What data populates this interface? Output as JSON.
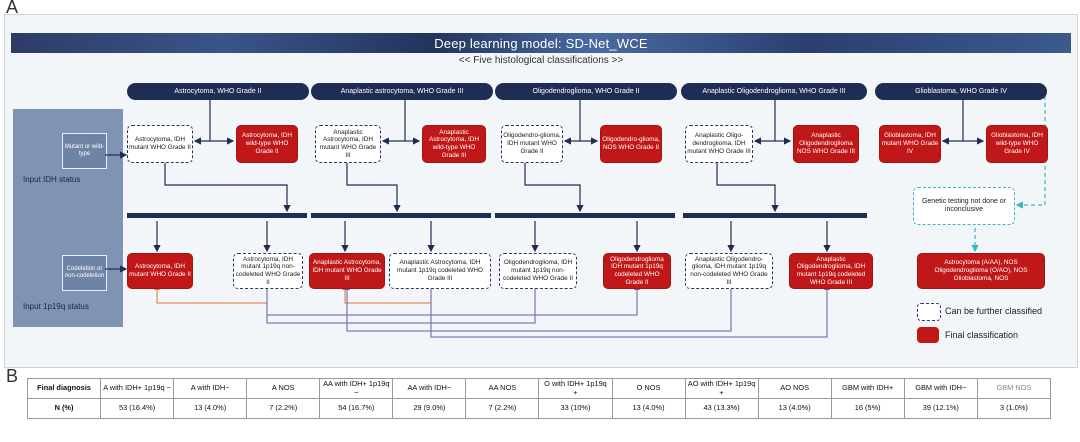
{
  "panels": {
    "a": "A",
    "b": "B"
  },
  "banner": {
    "title": "Deep learning model: SD-Net_WCE",
    "subtitle": "<< Five histological classifications >>"
  },
  "left_panel": {
    "box1": "Mutant or wild-type",
    "label1": "Input IDH status",
    "box2": "Codeletion or non-codeletion",
    "label2": "Input 1p19q status"
  },
  "grade_bars": [
    "Astrocytoma, WHO Grade II",
    "Anaplastic astrocytoma, WHO Grade III",
    "Oligodendroglioma, WHO Grade II",
    "Anaplastic Oligodendroglioma, WHO Grade III",
    "Glioblastoma, WHO Grade IV"
  ],
  "idh_row": [
    {
      "text": "Astrocytoma, IDH mutant WHO Grade II",
      "style": "dashed"
    },
    {
      "text": "Astrocytoma, IDH wild-type WHO Grade II",
      "style": "final"
    },
    {
      "text": "Anaplastic Astrocytoma, IDH mutant WHO Grade III",
      "style": "dashed"
    },
    {
      "text": "Anaplastic Astrocytoma, IDH wild-type WHO Grade III",
      "style": "final"
    },
    {
      "text": "Oligodendro-glioma, IDH mutant WHO Grade II",
      "style": "dashed"
    },
    {
      "text": "Oligodendro-glioma, NOS WHO Grade II",
      "style": "final"
    },
    {
      "text": "Anaplastic Oligo-dendroglioma, IDH mutant WHO Grade III",
      "style": "dashed"
    },
    {
      "text": "Anaplastic Oligodendroglioma NOS WHO Grade III",
      "style": "final"
    },
    {
      "text": "Glioblastoma, IDH mutant WHO Grade IV",
      "style": "final"
    },
    {
      "text": "Glioblastoma, IDH wild-type WHO Grade IV",
      "style": "final"
    }
  ],
  "codel_row": [
    {
      "text": "Astrocytoma, IDH mutant WHO Grade II",
      "style": "final"
    },
    {
      "text": "Astrocytoma, IDH mutant 1p19q non-codeleted WHO Grade II",
      "style": "dashed"
    },
    {
      "text": "Anaplastic Astrocytoma, IDH mutant WHO Grade III",
      "style": "final"
    },
    {
      "text": "Anaplastic Astrocytoma, IDH mutant 1p19q codeleted WHO Grade III",
      "style": "dashed"
    },
    {
      "text": "Oligodendroglioma, IDH mutant 1p19q non-codeleted WHO Grade II",
      "style": "dashed"
    },
    {
      "text": "Oligodendroglioma IDH mutant 1p19q codeleted WHO Grade II",
      "style": "final"
    },
    {
      "text": "Anaplastic Oligodendro-glioma, IDH mutant 1p19q non-codeleted WHO Grade III",
      "style": "dashed"
    },
    {
      "text": "Anaplastic Oligodendroglioma, IDH mutant 1p19q codeleted WHO Grade III",
      "style": "final"
    }
  ],
  "genetic_box": "Genetic testing not done or inconclusive",
  "nos_box": "Astrocytoma (A/AA), NOS Oligodendroglioma (O/AO), NOS Glioblastoma, NOS",
  "legend": {
    "dashed": "Can be further classified",
    "final": "Final classification"
  },
  "table": {
    "header_label": "Final diagnosis",
    "headers": [
      "A with IDH+ 1p19q −",
      "A with IDH−",
      "A NOS",
      "AA with IDH+ 1p19q −",
      "AA with IDH−",
      "AA NOS",
      "O with IDH+ 1p19q +",
      "O NOS",
      "AO with IDH+ 1p19q +",
      "AO NOS",
      "GBM with IDH+",
      "GBM with IDH−",
      "GBM NOS"
    ],
    "row_label": "N (%)",
    "values": [
      "53 (16.4%)",
      "13 (4.0%)",
      "7 (2.2%)",
      "54 (16.7%)",
      "29 (9.0%)",
      "7 (2.2%)",
      "33 (10%)",
      "13 (4.0%)",
      "43 (13.3%)",
      "13 (4.0%)",
      "16 (5%)",
      "39 (12.1%)",
      "3 (1.0%)"
    ]
  },
  "colors": {
    "final": "#c01818",
    "navy": "#1f2d55",
    "teal": "#3bb3c9",
    "orange": "#e2733a",
    "purple": "#6b5aa8"
  }
}
